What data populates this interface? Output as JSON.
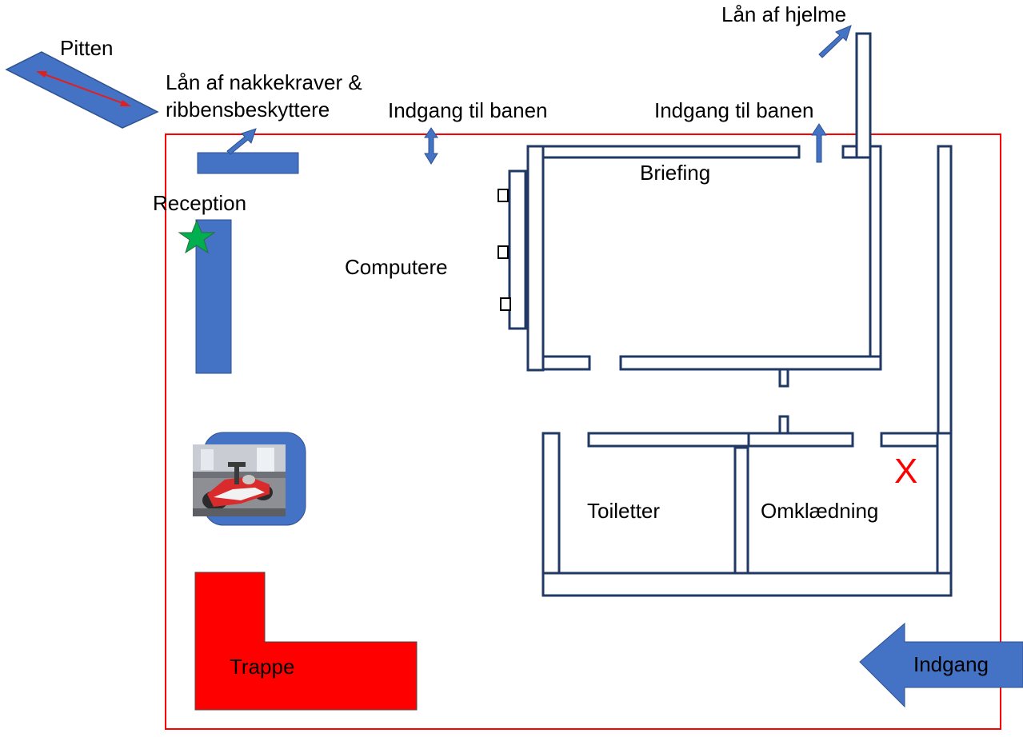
{
  "colors": {
    "boundary": "#ff0000",
    "block_fill": "#4472c4",
    "wall_stroke": "#203864",
    "wall_fill": "#ffffff",
    "stairs": "#ff0000",
    "reception_star": "#00b050",
    "pit_arrow": "#e02020",
    "mark_x": "#ff0000"
  },
  "labels": {
    "pit": "Pitten",
    "neck_rental": "Lån af nakkekraver & ribbensbeskyttere",
    "track_entrance_1": "Indgang til banen",
    "track_entrance_2": "Indgang til banen",
    "helmet_rental": "Lån af hjelme",
    "briefing": "Briefing",
    "reception": "Reception",
    "computers": "Computere",
    "toilets": "Toiletter",
    "changing": "Omklædning",
    "stairs": "Trappe",
    "entrance": "Indgang",
    "x_mark": "X"
  },
  "icons": {
    "reception": "star-icon",
    "kart": "go-kart-photo",
    "computers": "computer-station-icon"
  }
}
